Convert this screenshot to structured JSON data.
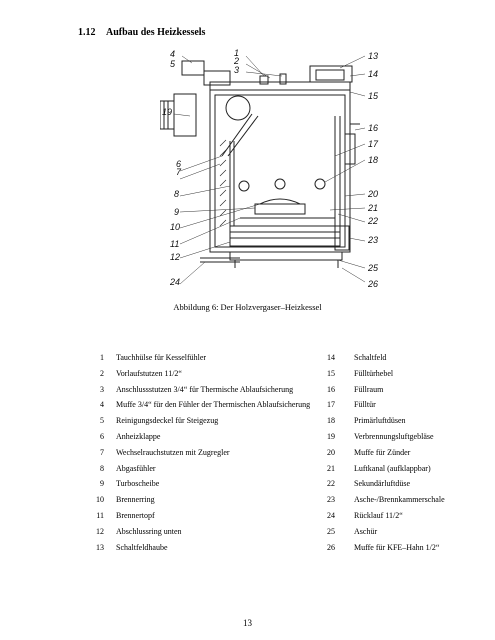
{
  "section": {
    "number": "1.12",
    "title": "Aufbau des Heizkessels"
  },
  "figure": {
    "caption": "Abbildung 6: Der Holzvergaser–Heizkessel",
    "callouts": [
      "1",
      "2",
      "3",
      "4",
      "5",
      "6",
      "7",
      "8",
      "9",
      "10",
      "11",
      "12",
      "13",
      "14",
      "15",
      "16",
      "17",
      "18",
      "19",
      "20",
      "21",
      "22",
      "23",
      "24",
      "25",
      "26"
    ]
  },
  "legend_left": [
    {
      "num": "1",
      "text": "Tauchhülse für Kesselfühler"
    },
    {
      "num": "2",
      "text": "Vorlaufstutzen 11/2“"
    },
    {
      "num": "3",
      "text": "Anschlussstutzen 3/4“ für Thermische Ablaufsicherung"
    },
    {
      "num": "4",
      "text": "Muffe 3/4“ für den Fühler der Thermischen Ablaufsicherung"
    },
    {
      "num": "5",
      "text": "Reinigungsdeckel für Steigezug"
    },
    {
      "num": "6",
      "text": "Anheizklappe"
    },
    {
      "num": "7",
      "text": "Wechselrauchstutzen mit Zugregler"
    },
    {
      "num": "8",
      "text": "Abgasfühler"
    },
    {
      "num": "9",
      "text": "Turboscheibe"
    },
    {
      "num": "10",
      "text": "Brennerring"
    },
    {
      "num": "11",
      "text": "Brennertopf"
    },
    {
      "num": "12",
      "text": "Abschlussring unten"
    },
    {
      "num": "13",
      "text": "Schaltfeldhaube"
    }
  ],
  "legend_right": [
    {
      "num": "14",
      "text": "Schaltfeld"
    },
    {
      "num": "15",
      "text": "Fülltürhebel"
    },
    {
      "num": "16",
      "text": "Füllraum"
    },
    {
      "num": "17",
      "text": "Fülltür"
    },
    {
      "num": "18",
      "text": "Primärluftdüsen"
    },
    {
      "num": "19",
      "text": "Verbrennungsluftgebläse"
    },
    {
      "num": "20",
      "text": "Muffe für Zünder"
    },
    {
      "num": "21",
      "text": "Luftkanal (aufklappbar)"
    },
    {
      "num": "22",
      "text": "Sekundärluftdüse"
    },
    {
      "num": "23",
      "text": "Asche-/Brennkammerschale"
    },
    {
      "num": "24",
      "text": "Rücklauf 11/2“"
    },
    {
      "num": "25",
      "text": "Aschür"
    },
    {
      "num": "26",
      "text": "Muffe für KFE–Hahn 1/2“"
    }
  ],
  "page_number": "13"
}
